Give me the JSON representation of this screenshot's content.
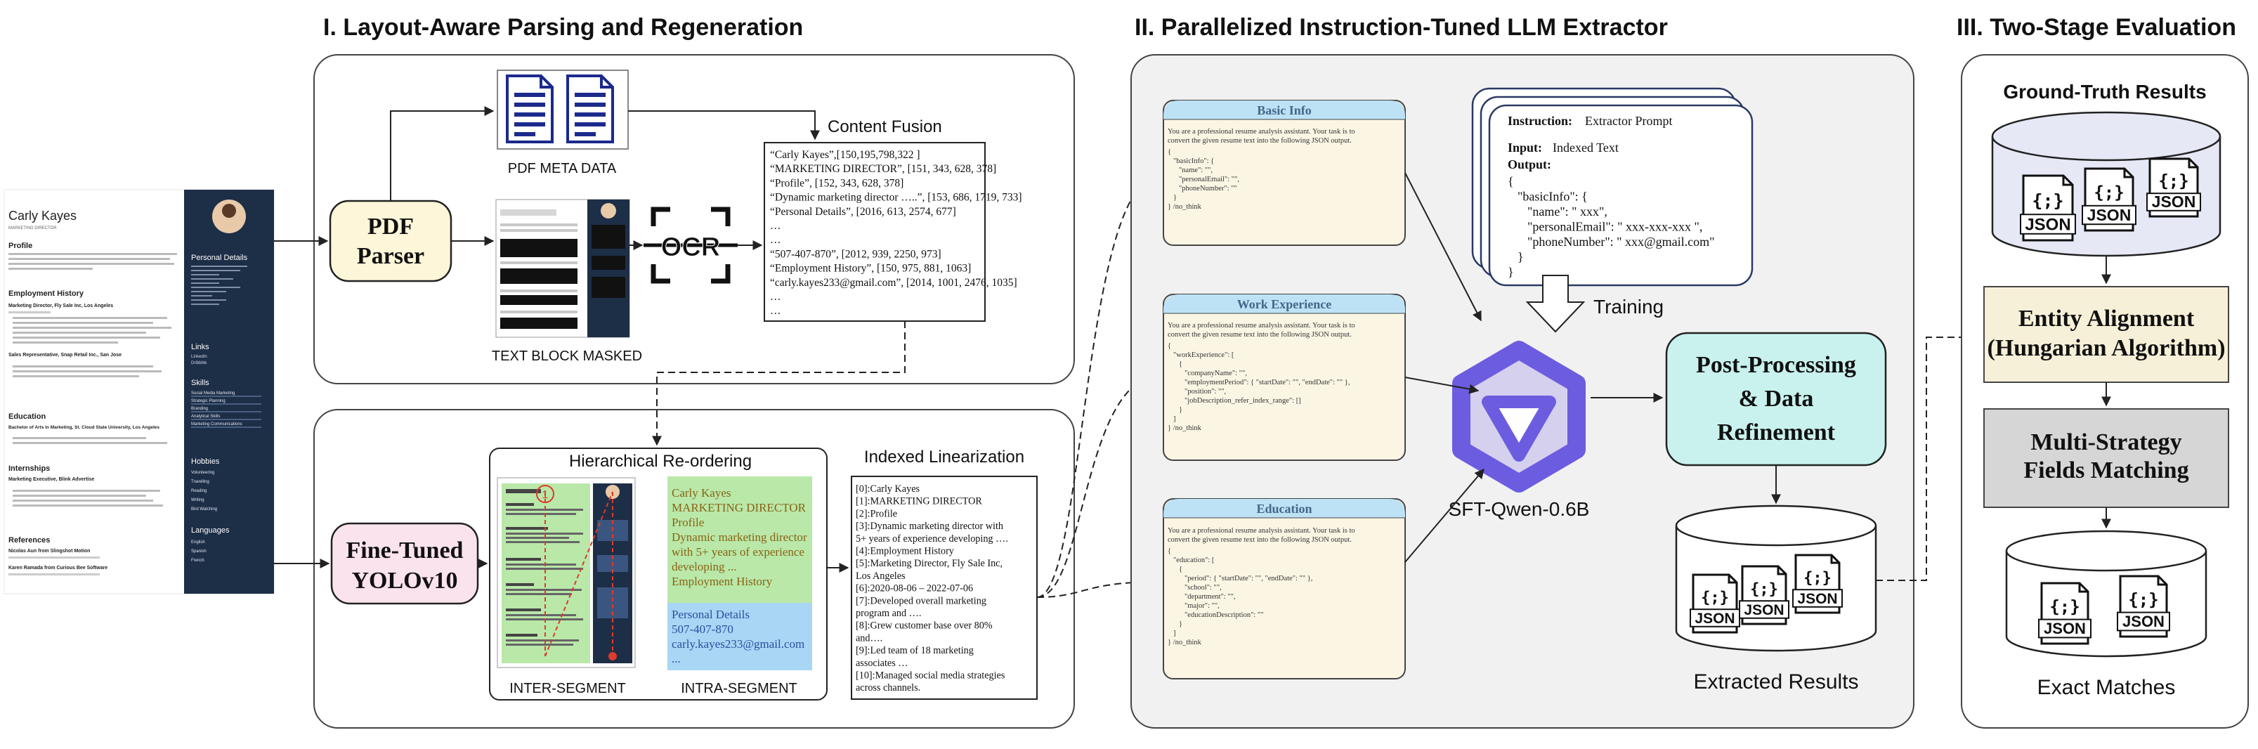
{
  "sections": {
    "s1_title": "I. Layout-Aware Parsing and Regeneration",
    "s2_title": "II. Parallelized Instruction-Tuned LLM Extractor",
    "s3_title": "III. Two-Stage Evaluation"
  },
  "resume": {
    "name": "Carly Kayes",
    "role": "MARKETING DIRECTOR",
    "profile_h": "Profile",
    "emp_h": "Employment History",
    "job1": "Marketing Director, Fly Sale Inc, Los Angeles",
    "job2": "Sales Representative, Snap Retail Inc., San Jose",
    "edu_h": "Education",
    "edu1": "Bachelor of Arts in Marketing, St. Cloud State University, Los Angeles",
    "intern_h": "Internships",
    "intern1": "Marketing Executive, Blink Advertise",
    "ref_h": "References",
    "ref1": "Nicolas Aun from Slingshot Motion",
    "ref2": "Karen Ramada from Curious Bee Software",
    "side_details": "Personal Details",
    "side_links": "Links",
    "side_skills": "Skills",
    "side_hobbies": "Hobbies",
    "side_lang": "Languages",
    "skills": [
      "Social Media Marketing",
      "Strategic Planning",
      "Branding",
      "Analytical Skills",
      "Marketing Communications"
    ],
    "hobbies": [
      "Volunteering",
      "Travelling",
      "Reading",
      "Writing",
      "Bird Watching"
    ],
    "languages": [
      "English",
      "Spanish",
      "French"
    ],
    "links": [
      "LinkedIn",
      "Dribbble"
    ]
  },
  "stage1": {
    "pdf_parser": [
      "PDF",
      "Parser"
    ],
    "pdf_meta": "PDF META DATA",
    "text_masked": "TEXT BLOCK MASKED",
    "ocr": "OCR",
    "content_fusion": "Content Fusion",
    "fusion_lines": [
      "“Carly Kayes”,[150,195,798,322 ]",
      "“MARKETING DIRECTOR”, [151, 343, 628, 378]",
      "“Profile”, [152, 343, 628, 378]",
      "“Dynamic marketing director …..”, [153, 686, 1719, 733]",
      "“Personal Details”, [2016, 613, 2574, 677]",
      "…",
      "…",
      "“507-407-870”, [2012, 939, 2250, 973]",
      "“Employment History”, [150, 975, 881, 1063]",
      "“carly.kayes233@gmail.com”, [2014, 1001, 2476, 1035]",
      "…",
      "…"
    ],
    "yolo": [
      "Fine-Tuned",
      "YOLOv10"
    ],
    "reorder_title": "Hierarchical Re-ordering",
    "inter_label": "INTER-SEGMENT",
    "intra_label": "INTRA-SEGMENT",
    "intra_green": [
      "Carly Kayes",
      "MARKETING DIRECTOR",
      "Profile",
      "Dynamic marketing director",
      "with 5+ years of experience",
      "developing ...",
      "Employment History"
    ],
    "intra_blue": [
      "Personal Details",
      "507-407-870",
      "carly.kayes233@gmail.com",
      "..."
    ],
    "indexed_title": "Indexed Linearization",
    "indexed_lines": [
      "[0]:Carly Kayes",
      "[1]:MARKETING DIRECTOR",
      "[2]:Profile",
      "[3]:Dynamic marketing director with",
      "5+ years of experience developing ….",
      "[4]:Employment History",
      "[5]:Marketing Director, Fly Sale Inc,",
      "Los Angeles",
      "[6]:2020-08-06 – 2022-07-06",
      "[7]:Developed overall marketing",
      "program and ….",
      "[8]:Grew customer base over 80%",
      "and….",
      "[9]:Led team of 18 marketing",
      "associates …",
      "[10]:Managed social media strategies",
      "across channels."
    ]
  },
  "stage2": {
    "prompt_intro": [
      "You are a professional resume analysis assistant. Your task is to",
      "convert the given resume text into the following JSON output."
    ],
    "basic_title": "Basic Info",
    "basic_lines": [
      "{",
      "\"basicInfo\": {",
      "\"name\": \"\",",
      "\"personalEmail\": \"\",",
      "\"phoneNumber\": \"\"",
      "}",
      "} /no_think"
    ],
    "work_title": "Work Experience",
    "work_lines": [
      "{",
      "\"workExperience\": [",
      "{",
      "\"companyName\": \"\",",
      "\"employmentPeriod\": { \"startDate\": \"\", \"endDate\": \"\" },",
      "\"position\": \"\",",
      "\"jobDescription_refer_index_range\": []",
      "}",
      "]",
      "} /no_think"
    ],
    "edu_title": "Education",
    "edu_lines": [
      "{",
      "\"education\": [",
      "{",
      "\"period\": { \"startDate\": \"\", \"endDate\": \"\" },",
      "\"school\": \"\",",
      "\"department\": \"\",",
      "\"major\": \"\",",
      "\"educationDescription\": \"\"",
      "}",
      "]",
      "} /no_think"
    ],
    "instr_label": "Instruction:",
    "instr_value": "Extractor Prompt",
    "input_label": "Input:",
    "input_value": "Indexed Text",
    "output_label": "Output:",
    "output_lines": [
      "{",
      "\"basicInfo\": {",
      "\"name\": \" xxx\",",
      "\"personalEmail\": \" xxx-xxx-xxx \",",
      "\"phoneNumber\": \" xxx@gmail.com\"",
      "}",
      "}"
    ],
    "training": "Training",
    "model_name": "SFT-Qwen-0.6B",
    "post": [
      "Post-Processing",
      "& Data",
      "Refinement"
    ],
    "extracted": "Extracted Results",
    "json": "JSON"
  },
  "stage3": {
    "gt": "Ground-Truth Results",
    "align": [
      "Entity Alignment",
      "(Hungarian Algorithm)"
    ],
    "match": [
      "Multi-Strategy",
      "Fields Matching"
    ],
    "exact": "Exact Matches"
  },
  "colors": {
    "parser_fill": "#fdf6d8",
    "yolo_fill": "#fbe3ee",
    "post_fill": "#c9f2ee",
    "align_fill": "#f7f0d8",
    "match_fill": "#d6d6d6",
    "card_head": "#bde2f6",
    "card_body": "#fbf6e4",
    "qwen": "#6c5ce0",
    "navy": "#1d2e47",
    "green_seg": "#b9e8a9",
    "blue_seg": "#a9d6f5",
    "db_fill": "#e6e8f6"
  }
}
